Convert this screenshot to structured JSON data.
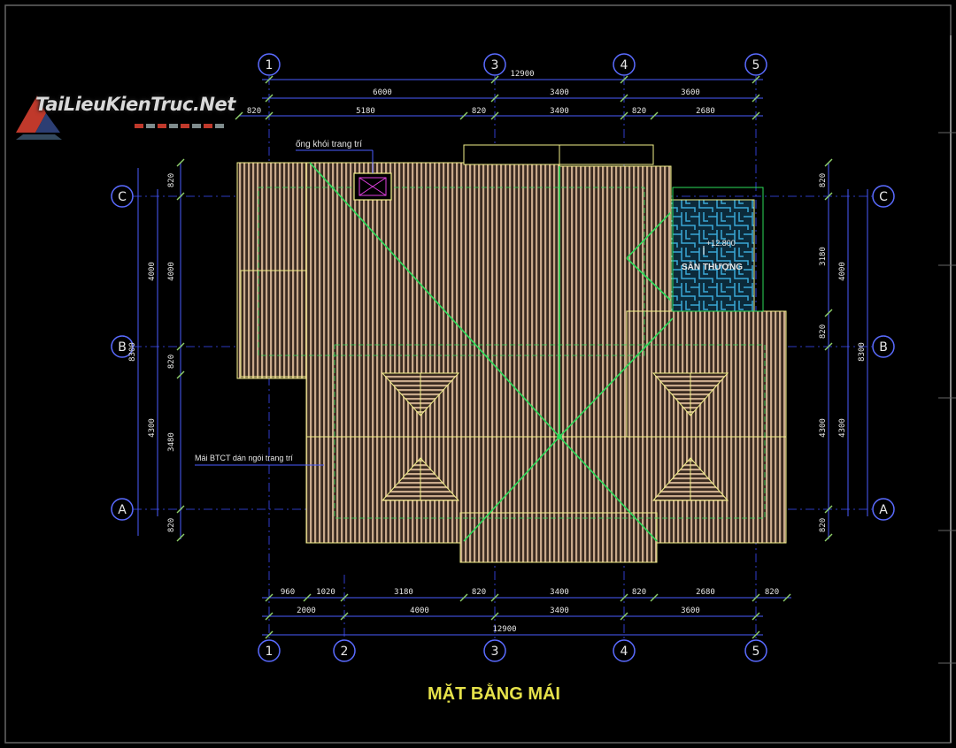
{
  "drawing": {
    "title": "MẶT BẰNG MÁI",
    "watermark": "TaiLieuKienTruc.Net",
    "axes_top": [
      "1",
      "3",
      "4",
      "5"
    ],
    "axes_bottom": [
      "1",
      "2",
      "3",
      "4",
      "5"
    ],
    "axes_rows": [
      "C",
      "B",
      "A"
    ],
    "dims_top_total": "12900",
    "dims_top_row1": [
      "6000",
      "3400",
      "3600"
    ],
    "dims_top_row2": [
      "820",
      "5180",
      "820",
      "3400",
      "820",
      "2680"
    ],
    "dims_bottom_row1": [
      "960",
      "1020",
      "3180",
      "820",
      "3400",
      "820",
      "2680",
      "820"
    ],
    "dims_bottom_row2": [
      "2000",
      "4000",
      "3400",
      "3600"
    ],
    "dims_bottom_total": "12900",
    "dims_left_inner": [
      "820",
      "4000",
      "820",
      "4300",
      "820"
    ],
    "dims_left_outer": [
      "3480"
    ],
    "dims_left_total": "8300",
    "dims_right_inner": [
      "820",
      "3180",
      "820",
      "4300",
      "820"
    ],
    "dims_right_mid": [
      "4000",
      "4300"
    ],
    "dims_right_total": "8300",
    "label_chimney": "ống khói trang trí",
    "label_roof": "Mái BTCT dán ngói trang trí",
    "label_terrace": "SÂN THƯỢNG",
    "label_level": "+12.800"
  },
  "colors": {
    "background": "#000000",
    "dimension": "#4a5cff",
    "axis": "#3b4dff",
    "roof_stripe": "#c9a98b",
    "ridge": "#2bdc5a",
    "outline": "#f2f08a",
    "terrace": "#2a8fb8",
    "title": "#e6e24a",
    "text": "#e8e8e8"
  }
}
